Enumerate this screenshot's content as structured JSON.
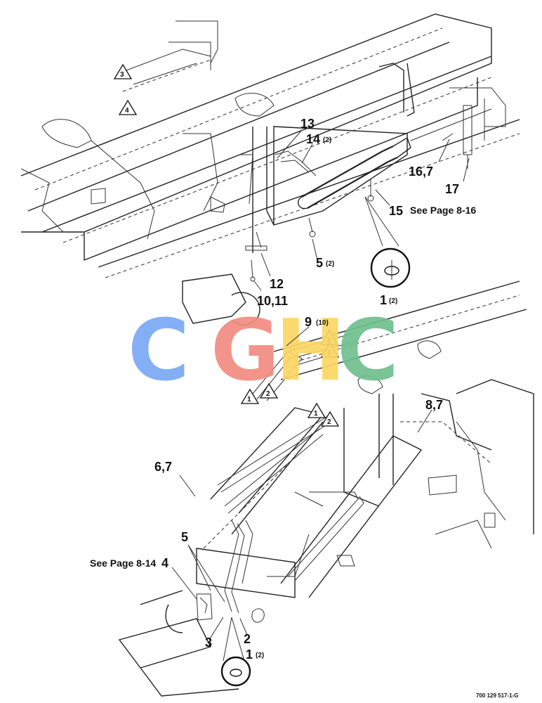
{
  "diagram": {
    "callouts": {
      "c13": "13",
      "c14": "14",
      "c14q": "(2)",
      "c16": "16,7",
      "c17": "17",
      "c15": "15",
      "c15note": "See Page 8-16",
      "c5top": "5",
      "c5topq": "(2)",
      "c12": "12",
      "c1011": "10,11",
      "c1top": "1",
      "c1topq": "(2)",
      "c9": "9",
      "c9q": "(10)",
      "c87": "8,7",
      "c67": "6,7",
      "c5bot": "5",
      "c4": "4",
      "c4note": "See Page 8-14",
      "c3": "3",
      "c2": "2",
      "c1bot": "1",
      "c1botq": "(2)"
    },
    "triangles": [
      "3",
      "4",
      "3",
      "4",
      "1",
      "2",
      "1",
      "2"
    ],
    "watermark": {
      "letters": [
        "C",
        "G",
        "H",
        "C"
      ],
      "colors": [
        "#7aa9f7",
        "#f28b82",
        "#fbd663",
        "#6fbf8f"
      ]
    },
    "drawing_number": "700 129 517-1-G"
  }
}
